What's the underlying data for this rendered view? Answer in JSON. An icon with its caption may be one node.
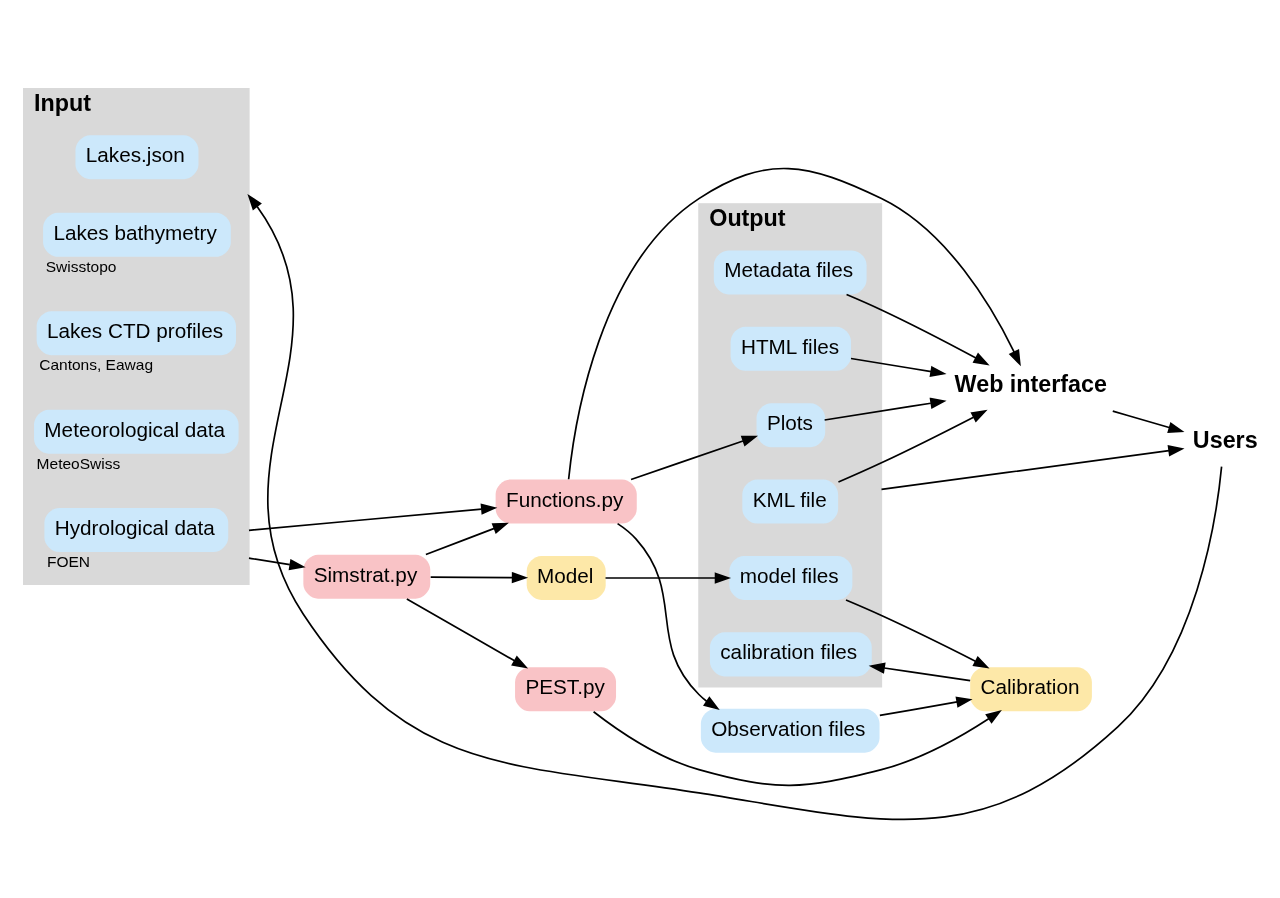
{
  "diagram": {
    "nodes": [
      {
        "text": [
          "Input"
        ]
      },
      {
        "text": [
          "Lakes.json"
        ],
        "in": 0
      },
      {
        "text": [
          "Lakes bathymetry"
        ],
        "beside": [
          "Swisstopo"
        ],
        "in": 0
      },
      {
        "text": [
          "Lakes CTD profiles"
        ],
        "beside": [
          "Cantons, Eawag"
        ],
        "in": 0
      },
      {
        "text": [
          "Meteorological data"
        ],
        "beside": [
          "MeteoSwiss"
        ],
        "in": 0
      },
      {
        "text": [
          "Hydrological data"
        ],
        "beside": [
          "FOEN"
        ],
        "in": 0
      },
      {
        "text": [
          "Simstrat.py"
        ]
      },
      {
        "text": [
          "Model"
        ]
      },
      {
        "text": [
          "PEST.py"
        ]
      },
      {
        "text": [
          "Calibration"
        ]
      },
      {
        "text": [
          "Observation files"
        ]
      },
      {
        "text": [
          "Functions.py"
        ]
      },
      {
        "text": [
          "Output"
        ]
      },
      {
        "text": [
          "model files"
        ],
        "in": 12
      },
      {
        "text": [
          "calibration files"
        ],
        "in": 12
      },
      {
        "text": [
          "Plots"
        ],
        "in": 12
      },
      {
        "text": [
          "Metadata files"
        ],
        "in": 12
      },
      {
        "text": [
          "HTML files"
        ],
        "in": 12
      },
      {
        "text": [
          "KML file"
        ],
        "in": 12
      },
      {
        "text": [
          "Web interface"
        ]
      },
      {
        "text": [
          "Users"
        ]
      }
    ],
    "edges": [
      {
        "from": 0,
        "to": 6,
        "arrow": "to"
      },
      {
        "from": 6,
        "to": 7,
        "arrow": "to"
      },
      {
        "from": 7,
        "to": 13,
        "arrow": "to"
      },
      {
        "from": 13,
        "to": 9,
        "arrow": "to"
      },
      {
        "from": 6,
        "to": 8,
        "arrow": "to"
      },
      {
        "from": 6,
        "to": 11,
        "arrow": "to"
      },
      {
        "from": 8,
        "to": 9,
        "arrow": "to"
      },
      {
        "from": 9,
        "to": 14,
        "arrow": "to"
      },
      {
        "from": 10,
        "to": 9,
        "arrow": "to"
      },
      {
        "from": 11,
        "to": 10,
        "arrow": "to"
      },
      {
        "from": 0,
        "to": 11,
        "arrow": "to"
      },
      {
        "from": 11,
        "to": 15,
        "arrow": "to"
      },
      {
        "from": 11,
        "to": 19,
        "arrow": "to"
      },
      {
        "from": 15,
        "to": 19,
        "arrow": "to"
      },
      {
        "from": 16,
        "to": 19,
        "arrow": "to"
      },
      {
        "from": 17,
        "to": 19,
        "arrow": "to"
      },
      {
        "from": 18,
        "to": 19,
        "arrow": "to"
      },
      {
        "from": 19,
        "to": 20,
        "arrow": "to"
      },
      {
        "from": 12,
        "to": 20,
        "arrow": "to"
      },
      {
        "from": 20,
        "to": 0,
        "arrow": "to"
      }
    ]
  }
}
